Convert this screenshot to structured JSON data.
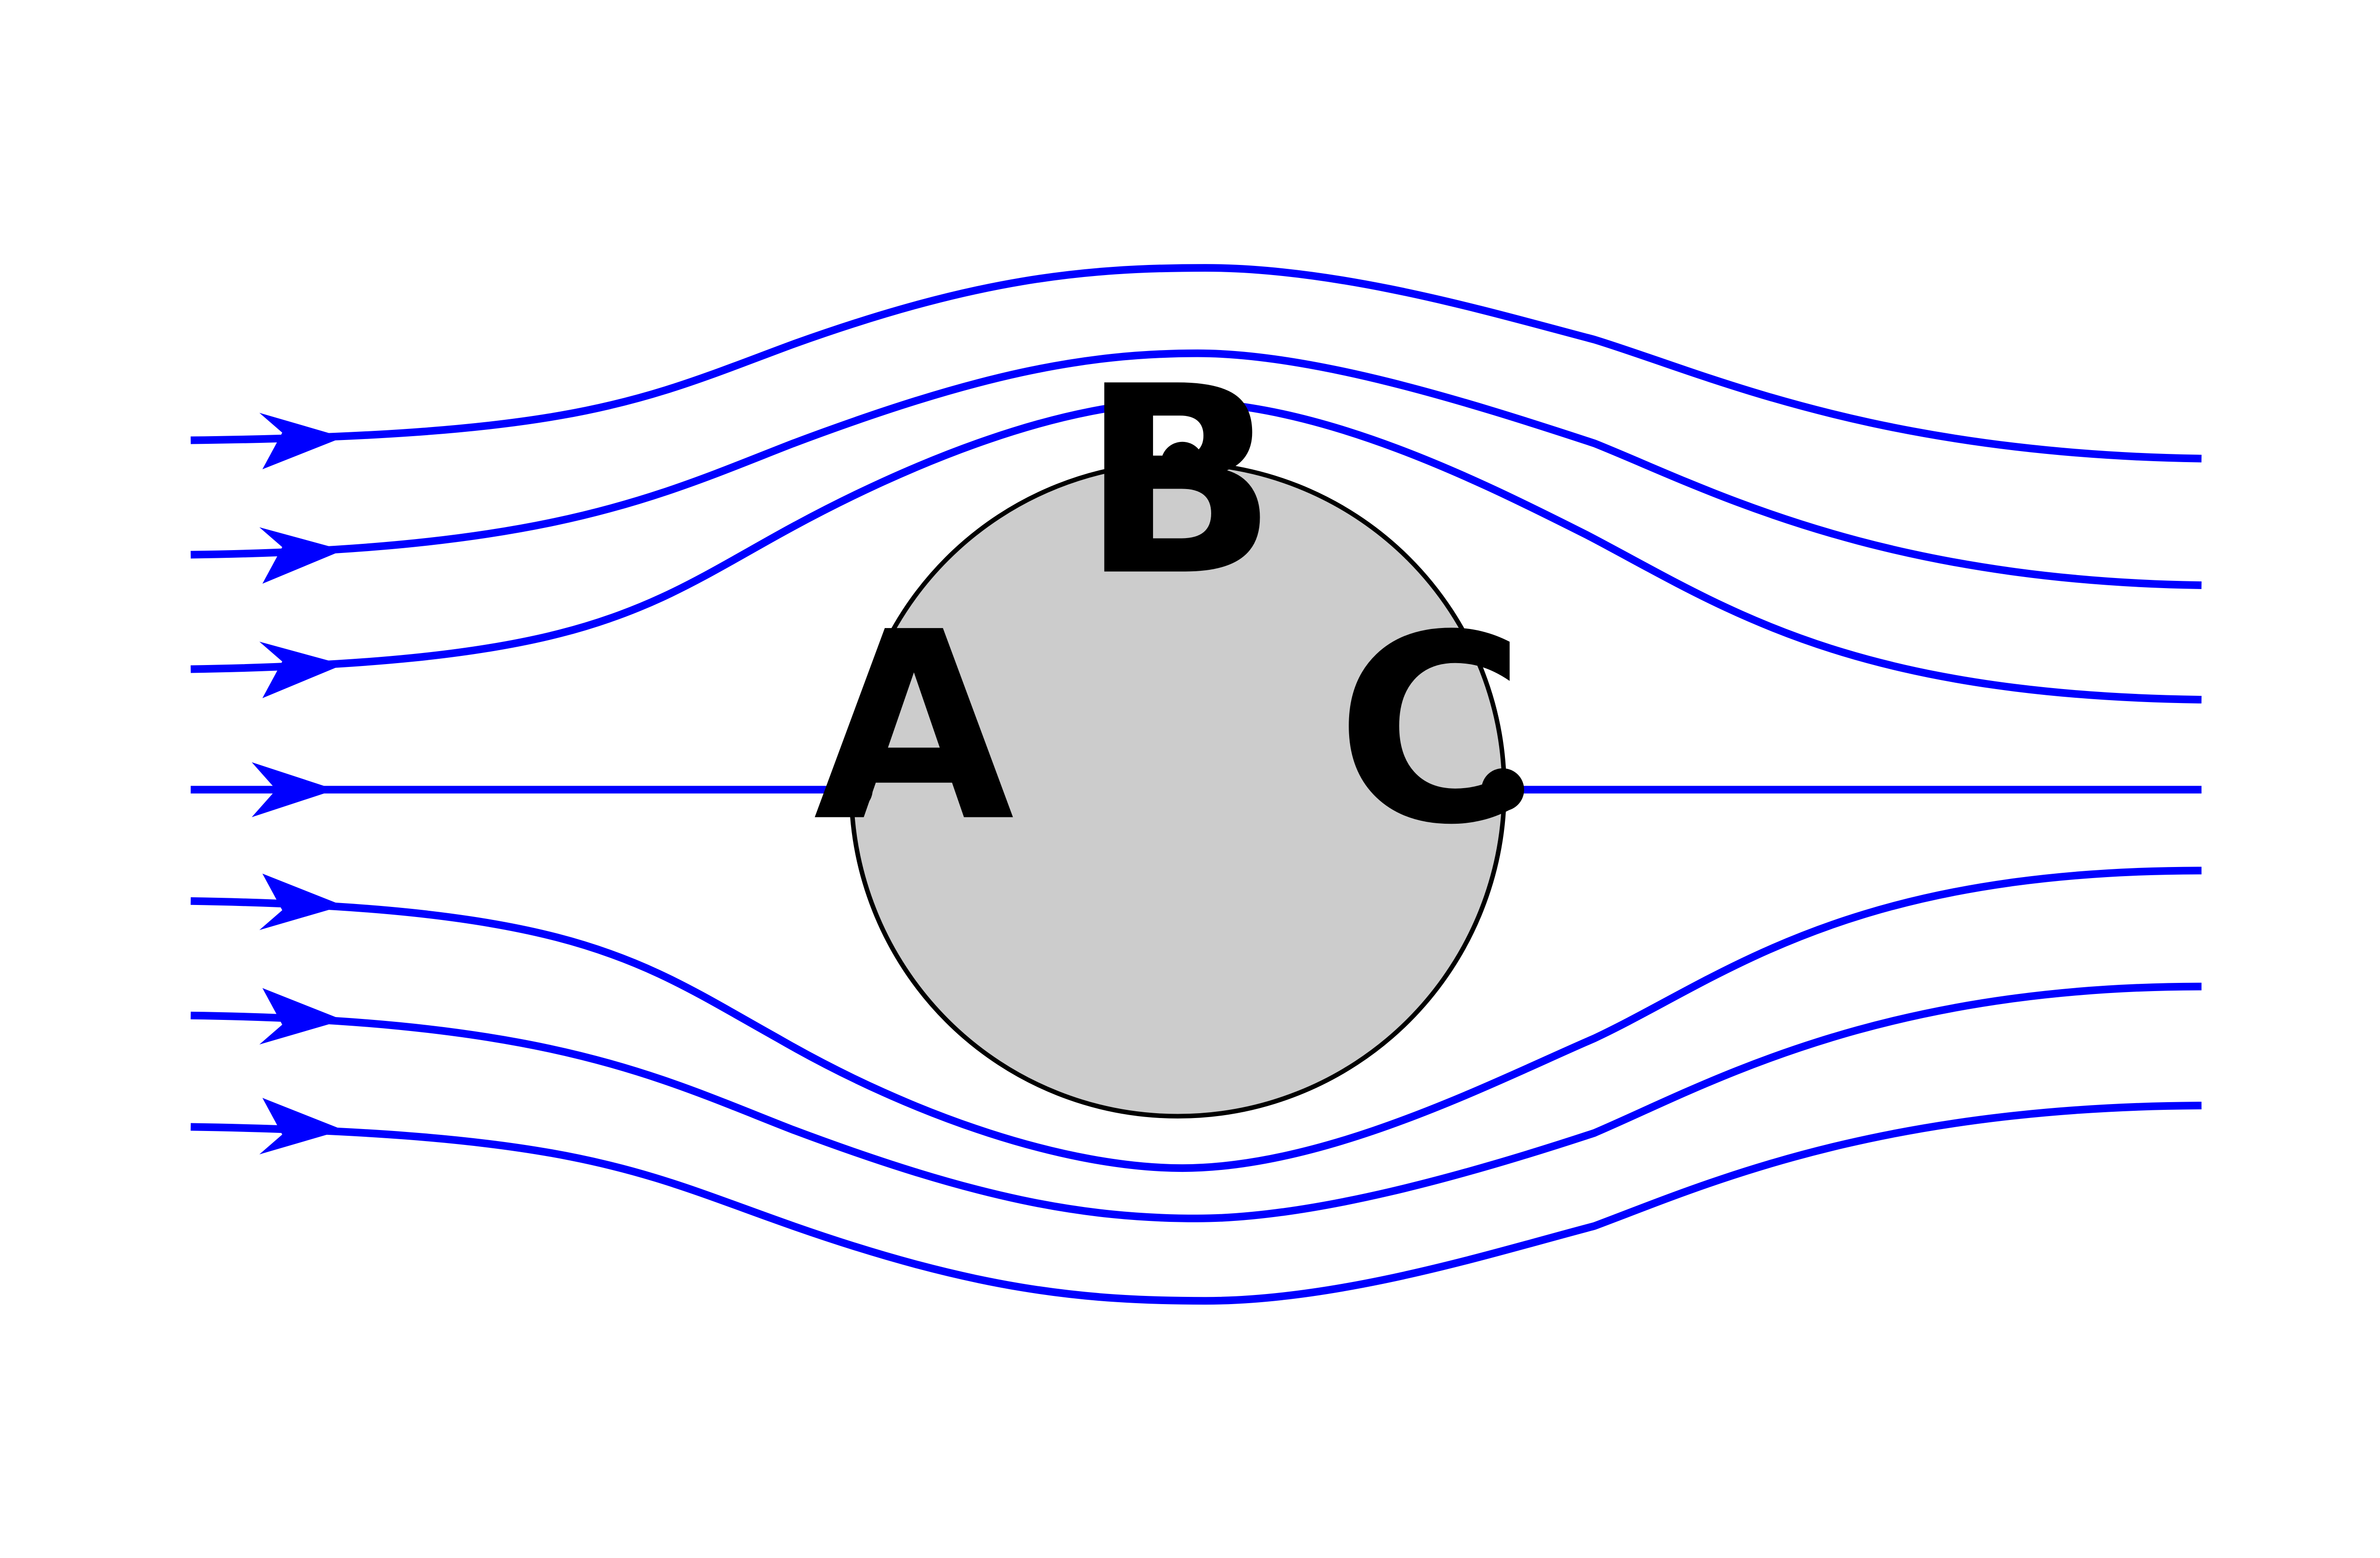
{
  "diagram": {
    "colors": {
      "streamline": "#0000ff",
      "body_fill": "#cccccc",
      "body_outline": "#000000",
      "point_marker": "#000000",
      "background": "#ffffff"
    },
    "points": [
      {
        "id": "A",
        "label": "A"
      },
      {
        "id": "B",
        "label": "B"
      },
      {
        "id": "C",
        "label": "C"
      }
    ]
  }
}
